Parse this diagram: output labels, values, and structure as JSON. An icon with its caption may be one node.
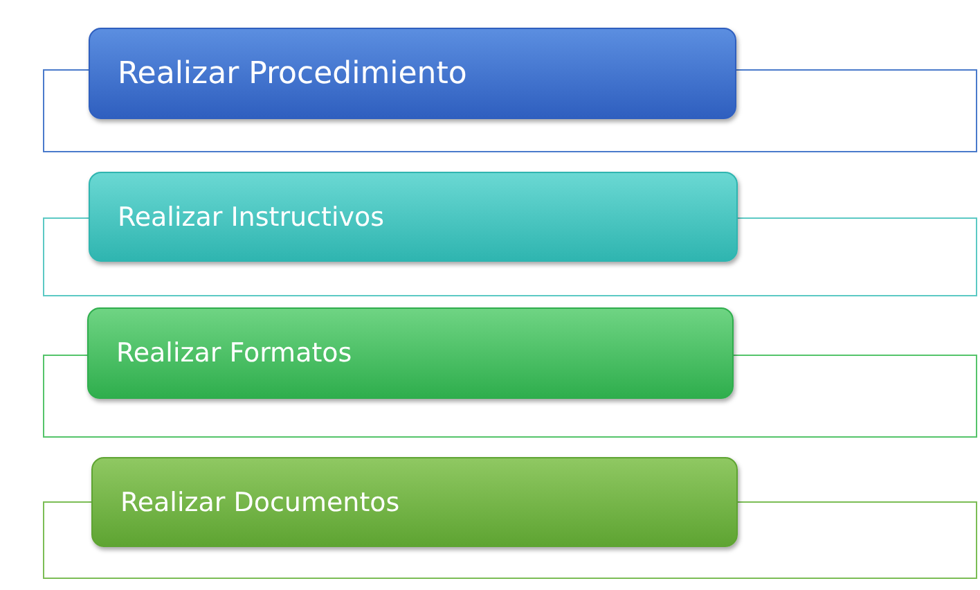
{
  "diagram": {
    "nodes": [
      {
        "text": [
          "Realizar Procedimiento"
        ]
      },
      {
        "text": [],
        "shape": "box"
      },
      {
        "text": [
          "Realizar Instructivos"
        ]
      },
      {
        "text": [],
        "shape": "box"
      },
      {
        "text": [
          "Realizar Formatos"
        ]
      },
      {
        "text": [],
        "shape": "box"
      },
      {
        "text": [
          "Realizar Documentos"
        ]
      },
      {
        "text": [],
        "shape": "box"
      }
    ]
  }
}
